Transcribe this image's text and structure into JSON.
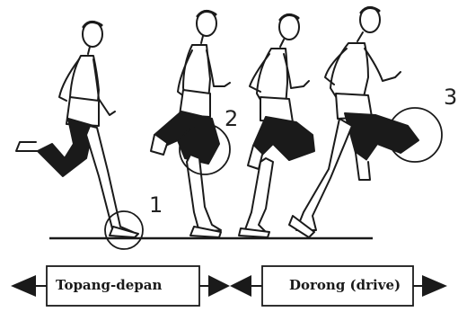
{
  "phases": [
    {
      "label": "Topang-depan"
    },
    {
      "label": "Dorong (drive)"
    }
  ],
  "markers": [
    {
      "number": "1"
    },
    {
      "number": "2"
    },
    {
      "number": "3"
    }
  ],
  "colors": {
    "ink": "#1a1a1a",
    "shade": "#222222",
    "paper": "#ffffff"
  }
}
